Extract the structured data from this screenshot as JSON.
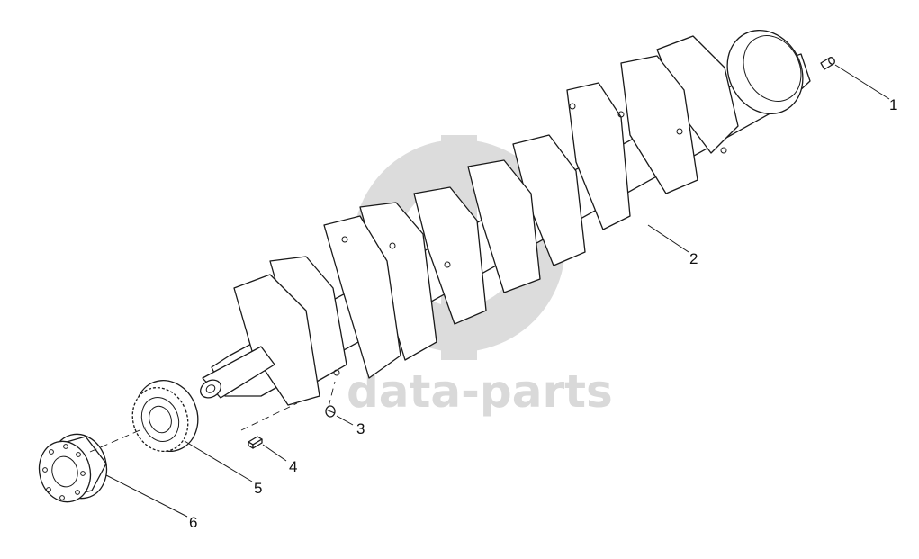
{
  "watermark": {
    "text": "data-parts",
    "color": "#d9d9d9"
  },
  "callouts": [
    {
      "id": "1",
      "label": "1"
    },
    {
      "id": "2",
      "label": "2"
    },
    {
      "id": "3",
      "label": "3"
    },
    {
      "id": "4",
      "label": "4"
    },
    {
      "id": "5",
      "label": "5"
    },
    {
      "id": "6",
      "label": "6"
    }
  ],
  "parts": [
    {
      "callout": "1",
      "icon": "dowel-pin-icon"
    },
    {
      "callout": "2",
      "icon": "crankshaft-icon"
    },
    {
      "callout": "3",
      "icon": "plug-screw-icon"
    },
    {
      "callout": "4",
      "icon": "woodruff-key-icon"
    },
    {
      "callout": "5",
      "icon": "crankshaft-gear-icon"
    },
    {
      "callout": "6",
      "icon": "pulley-hub-icon"
    }
  ]
}
